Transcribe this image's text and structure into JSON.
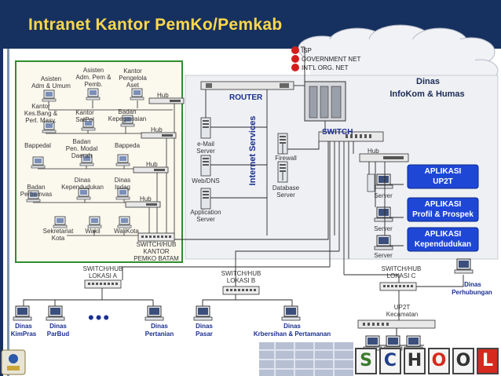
{
  "title": "Intranet Kantor PemKo/Pemkab",
  "colors": {
    "title_bar": "#16315f",
    "title_text": "#ffd84a",
    "cloud_fill": "#f1f2f6",
    "panel_green": "#2f8f2f",
    "app_box": "#1f47d6",
    "app_text": "#ffffff",
    "label_blue": "#1a2f8f",
    "wire": "#2a2a2a",
    "school_accent": "#d62a1e"
  },
  "cloud": {
    "items": [
      {
        "label": "ISP"
      },
      {
        "label": "GOVERNMENT NET"
      },
      {
        "label": "INT'L ORG. NET"
      }
    ]
  },
  "dinas_infokom": {
    "line1": "Dinas",
    "line2": "InfoKom & Humas"
  },
  "router": {
    "label": "ROUTER"
  },
  "internet_services": {
    "label": "Internet Services"
  },
  "switch_main": {
    "label": "SWITCH"
  },
  "hub_right": {
    "label": "Hub"
  },
  "servers_left": [
    {
      "line1": "e-Mail",
      "line2": "Server"
    },
    {
      "line1": "Web/DNS",
      "line2": ""
    },
    {
      "line1": "Application",
      "line2": "Server"
    }
  ],
  "firewall": {
    "label": "Firewall"
  },
  "database_server": {
    "line1": "Database",
    "line2": "Server"
  },
  "servers_right": [
    {
      "label": "Server"
    },
    {
      "label": "Server"
    },
    {
      "label": "Server"
    }
  ],
  "applications": [
    {
      "line1": "APLIKASI",
      "line2": "UP2T"
    },
    {
      "line1": "APLIKASI",
      "line2": "Profil & Prospek"
    },
    {
      "line1": "APLIKASI",
      "line2": "Kependudukan"
    }
  ],
  "green_panel": {
    "offices": [
      {
        "text": "Asisten\nAdm & Umum"
      },
      {
        "text": "Asisten\nAdm. Pem &\nPemb."
      },
      {
        "text": "Kantor\nPengelola\nAset"
      },
      {
        "text": "Kantor\nKes.Bang &\nPerl. Masy."
      },
      {
        "text": "Kantor\nSatPol"
      },
      {
        "text": "Badan\nKepegawaian"
      },
      {
        "text": "Bappedal"
      },
      {
        "text": "Badan\nPen. Modal\nDaerah"
      },
      {
        "text": "Bappeda"
      },
      {
        "text": "Badan\nPerbamvas"
      },
      {
        "text": "Dinas\nKependudukan"
      },
      {
        "text": "Dinas\nIndag"
      },
      {
        "text": "Sekretariat\nKota"
      },
      {
        "text": "Wakil"
      },
      {
        "text": "WaliKota"
      }
    ],
    "hubs": [
      "Hub",
      "Hub",
      "Hub",
      "Hub"
    ],
    "switch_pemko": {
      "line1": "SWITCH/HUB",
      "line2": "KANTOR",
      "line3": "PEMKO BATAM"
    }
  },
  "switches_bottom": [
    {
      "line1": "SWITCH/HUB",
      "line2": "LOKASI A"
    },
    {
      "line1": "SWITCH/HUB",
      "line2": "LOKASI B"
    },
    {
      "line1": "SWITCH/HUB",
      "line2": "LOKASI C"
    }
  ],
  "up2t": {
    "line1": "UP2T",
    "line2": "Kecamatan"
  },
  "bottom_offices": [
    {
      "line1": "Dinas",
      "line2": "KimPras"
    },
    {
      "line1": "Dinas",
      "line2": "ParBud"
    },
    {
      "line1": "Dinas",
      "line2": "Pertanian"
    },
    {
      "line1": "Dinas",
      "line2": "Pasar"
    },
    {
      "line1": "Dinas",
      "line2": "Krbersihan & Pertamanan"
    },
    {
      "line1": "Dinas",
      "line2": "Perhubungan"
    }
  ],
  "ellipsis": "•••",
  "school_logo": {
    "letters": [
      "S",
      "C",
      "H",
      "O",
      "O",
      "L"
    ]
  }
}
